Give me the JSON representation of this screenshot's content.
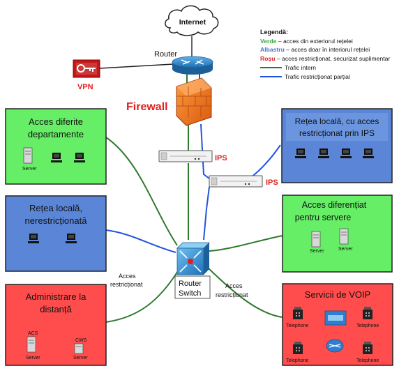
{
  "cloud": {
    "label": "Internet"
  },
  "router": {
    "label": "Router"
  },
  "vpn": {
    "label": "VPN"
  },
  "firewall": {
    "label": "Firewall"
  },
  "ips": [
    {
      "label": "IPS"
    },
    {
      "label": "IPS"
    }
  ],
  "core_switch": {
    "label_line1": "Router",
    "label_line2": "Switch"
  },
  "link_labels": [
    {
      "line1": "Acces",
      "line2": "restricționat"
    },
    {
      "line1": "Acces",
      "line2": "restricționat"
    }
  ],
  "legend": {
    "title": "Legendă:",
    "lines": [
      {
        "keyword": "Verde",
        "text": " – acces din exteriorul rețelei",
        "color": "#3aa63a"
      },
      {
        "keyword": "Albastru",
        "text": " – acces doar în interiorul rețelei",
        "color": "#4a77c8"
      },
      {
        "keyword": "Roșu",
        "text": " – acces restricționat, securizat suplimentar",
        "color": "#e02020"
      }
    ],
    "samples": [
      {
        "label": "Trafic intern",
        "color": "#2d7a2d"
      },
      {
        "label": "Trafic restricționat parțial",
        "color": "#2255dd"
      }
    ]
  },
  "zones": {
    "departments": {
      "title_line1": "Acces diferite",
      "title_line2": "departamente",
      "fill": "#66ee66",
      "server_label": "Server"
    },
    "lan_ips": {
      "title_line1": "Rețea locală, cu acces",
      "title_line2": "restricționat prin IPS",
      "fill": "#5b86d8"
    },
    "lan_open": {
      "title_line1": "Rețea locală,",
      "title_line2": "nerestricționată",
      "fill": "#5b86d8"
    },
    "servers": {
      "title_line1": "Acces diferențiat",
      "title_line2": "pentru servere",
      "fill": "#66ee66",
      "server_labels": [
        "Server",
        "Server"
      ]
    },
    "remote_admin": {
      "title_line1": "Administrare la",
      "title_line2": "distanță",
      "fill": "#ff4d4d",
      "servers": [
        {
          "tag": "ACS",
          "label": "Server"
        },
        {
          "tag": "CWS",
          "label": "Server"
        }
      ]
    },
    "voip": {
      "title": "Servicii de VOIP",
      "fill": "#ff4d4d",
      "phone_labels": [
        "Telephone",
        "Telephone",
        "Telephone",
        "Telephone"
      ]
    }
  }
}
